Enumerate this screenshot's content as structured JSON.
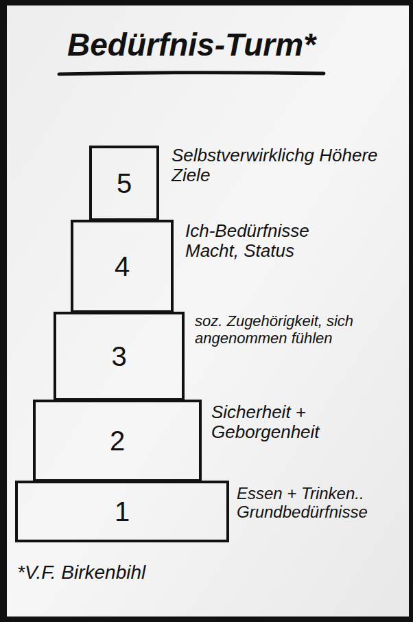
{
  "diagram": {
    "title": "Bedürfnis-Turm*",
    "nodes": [
      {
        "text": [
          "5"
        ]
      },
      {
        "text": [
          "4"
        ]
      },
      {
        "text": [
          "3"
        ]
      },
      {
        "text": [
          "2"
        ]
      },
      {
        "text": [
          "1"
        ]
      }
    ],
    "labels": [
      "Selbstverwirklichg Höhere Ziele",
      "Ich-Bedürfnisse Macht, Status",
      "soz. Zugehörigkeit, sich angenommen fühlen",
      "Sicherheit + Geborgenheit",
      "Essen + Trinken.. Grundbedürfnisse",
      "*V.F. Birkenbihl"
    ]
  }
}
